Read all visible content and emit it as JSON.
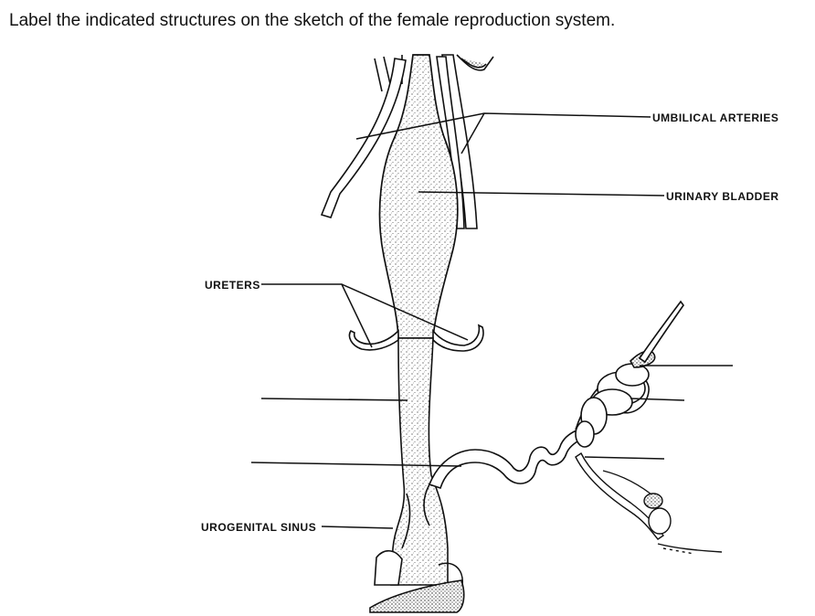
{
  "instruction": "Label the indicated structures on the sketch of the female reproduction system.",
  "labels": {
    "umbilical_arteries": "UMBILICAL ARTERIES",
    "urinary_bladder": "URINARY BLADDER",
    "ureters": "URETERS",
    "urogenital_sinus": "UROGENITAL SINUS"
  }
}
